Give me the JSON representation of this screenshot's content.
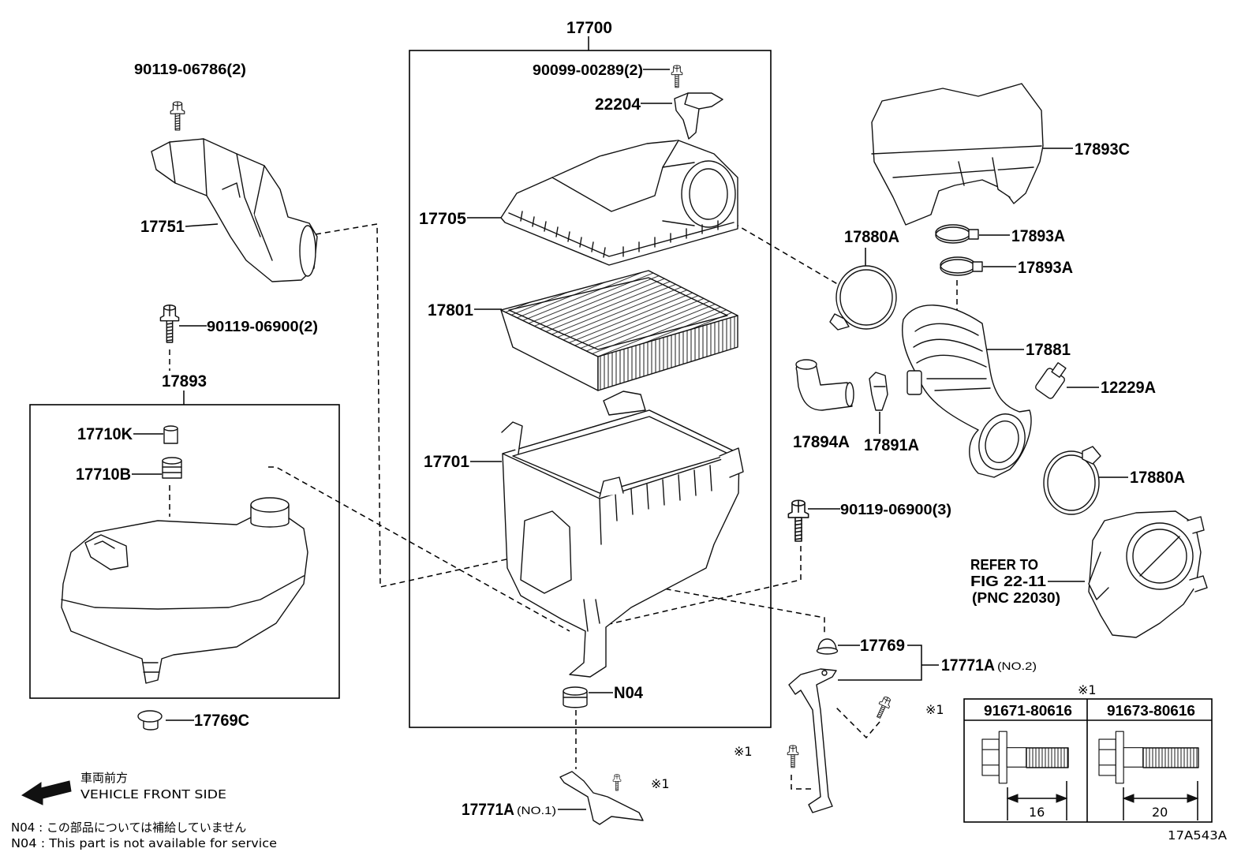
{
  "figure_id": "17A543A",
  "assembly": {
    "number": "17700"
  },
  "callouts": {
    "bolt_cap": "90099-00289(2)",
    "sensor": "22204",
    "cap": "17705",
    "element": "17801",
    "case": "17701",
    "cushion": "N04",
    "bolt_duct": "90119-06786(2)",
    "duct": "17751",
    "bolt_resonator": "90119-06900(2)",
    "resonator": "17893",
    "collar": "17710K",
    "grommet_b": "17710B",
    "grommet_c": "17769C",
    "bracket_no1": "17771A",
    "bracket_no1_sub": "(NO.1)",
    "cover": "17893C",
    "clamp_ring_upper": "17880A",
    "clamp_1": "17893A",
    "clamp_2": "17893A",
    "hose": "17881",
    "sensor_b": "12229A",
    "hose_b": "17894A",
    "clip": "17891A",
    "clamp_ring_lower": "17880A",
    "bolt_case": "90119-06900(3)",
    "grommet_17769": "17769",
    "bracket_no2": "17771A",
    "bracket_no2_sub": "(NO.2)"
  },
  "ref_mark": "※1",
  "refer": {
    "line1": "REFER TO",
    "line2": "FIG 22-11",
    "line3": "(PNC 22030)"
  },
  "bolt_table": {
    "mark": "※1",
    "columns": [
      {
        "part": "91671-80616",
        "length": "16"
      },
      {
        "part": "91673-80616",
        "length": "20"
      }
    ]
  },
  "direction": {
    "label_ja": "車両前方",
    "label_en": "VEHICLE FRONT SIDE"
  },
  "notes": [
    "N04 : この部品については補給していません",
    "N04 : This part is not available for service"
  ]
}
